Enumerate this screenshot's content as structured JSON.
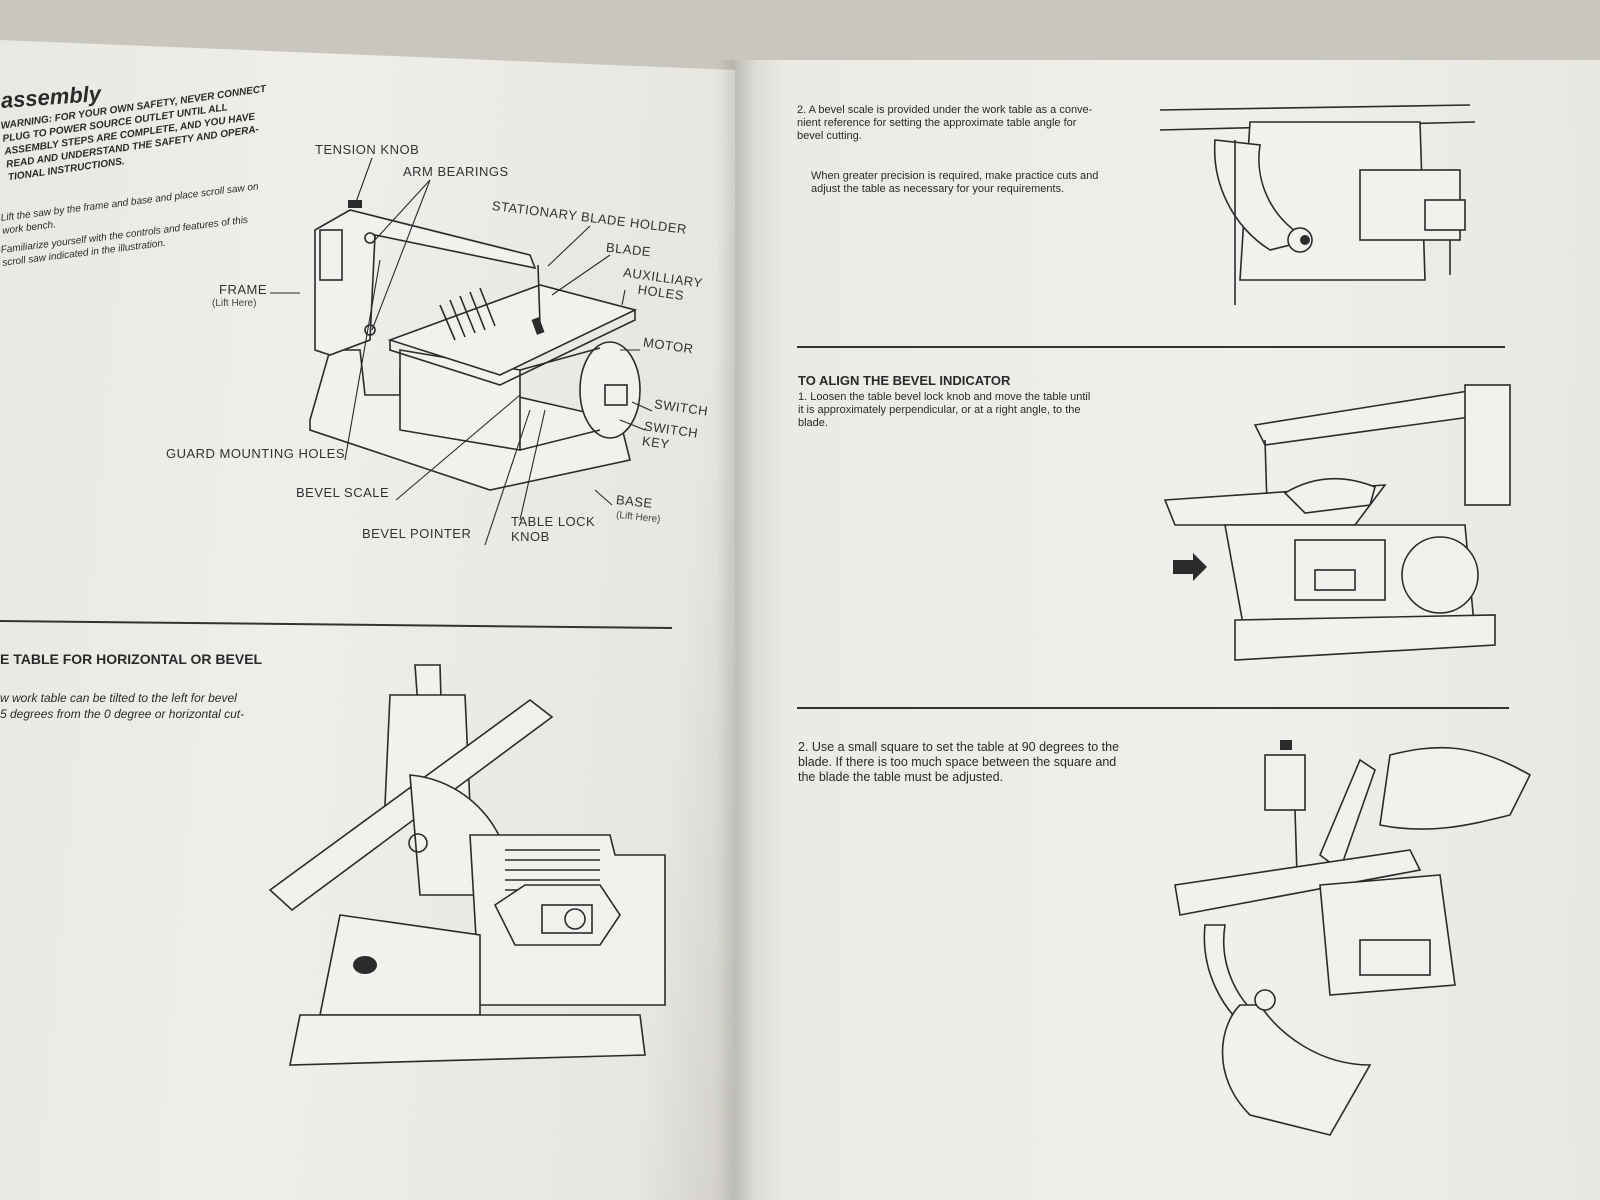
{
  "left_page": {
    "heading": "assembly",
    "warning": "WARNING: FOR YOUR OWN SAFETY, NEVER CONNECT\nPLUG TO POWER SOURCE OUTLET UNTIL ALL\nASSEMBLY STEPS ARE COMPLETE, AND YOU HAVE\nREAD AND UNDERSTAND THE SAFETY AND OPERA-\nTIONAL INSTRUCTIONS.",
    "step1": "Lift the saw by the frame and base and place scroll saw on\nwork bench.",
    "step2": "Familiarize yourself with the controls and features of this\nscroll saw indicated in the illustration.",
    "labels": {
      "tension_knob": "TENSION KNOB",
      "arm_bearings": "ARM BEARINGS",
      "stationary_blade_holder": "STATIONARY BLADE HOLDER",
      "blade": "BLADE",
      "auxiliary_holes": "AUXILLIARY\nHOLES",
      "motor": "MOTOR",
      "switch": "SWITCH",
      "switch_key": "SWITCH\nKEY",
      "frame": "FRAME",
      "frame_sub": "(Lift Here)",
      "guard_mounting_holes": "GUARD MOUNTING HOLES",
      "bevel_scale": "BEVEL SCALE",
      "bevel_pointer": "BEVEL POINTER",
      "table_lock_knob": "TABLE LOCK\nKNOB",
      "base": "BASE",
      "base_sub": "(Lift Here)"
    },
    "section_heading": "E TABLE FOR HORIZONTAL OR BEVEL",
    "section_body": "w work table can be tilted to the left for bevel\n5 degrees from the 0 degree or horizontal cut-"
  },
  "right_page": {
    "step2_bevel": "2.  A bevel scale is provided under the work table as a conve-\n     nient reference for setting the approximate table angle for\n     bevel cutting.",
    "precision_note": "When greater precision is required, make practice cuts and\nadjust the table as necessary for your requirements.",
    "align_heading": "TO ALIGN THE BEVEL INDICATOR",
    "align_step1": "1.  Loosen the table bevel lock knob and move the table until\n     it is approximately perpendicular, or at a right angle, to the\n     blade.",
    "align_step2": "2.  Use a small square to set the table at 90 degrees to the\n     blade. If there is too much space between the square and\n     the blade the table must be adjusted."
  }
}
